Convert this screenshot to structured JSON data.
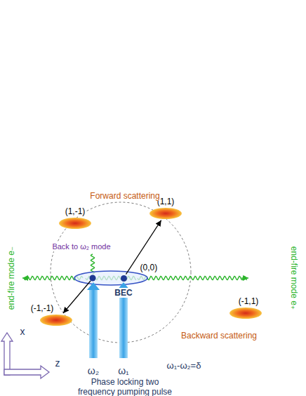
{
  "diagram": {
    "nodes": [
      {
        "text": [
          "(1,-1)"
        ]
      },
      {
        "text": [
          "(1,1)"
        ]
      },
      {
        "text": [
          "(0,0)"
        ]
      },
      {
        "text": [
          "(-1,-1)"
        ]
      },
      {
        "text": [
          "(-1,1)"
        ]
      }
    ],
    "edges": [
      {
        "from": 2,
        "to": 1,
        "arrow": "to"
      }
    ],
    "labels": [
      "Forward scattering",
      "Back to ω₂ mode",
      "end-fire mode e₋",
      "end-fire mode e₊",
      "BEC",
      "Backward scattering",
      "ω₂",
      "ω₁",
      "ω₁-ω₂=δ",
      "x",
      "z",
      "Phase locking two frequency pumping pulse"
    ]
  }
}
